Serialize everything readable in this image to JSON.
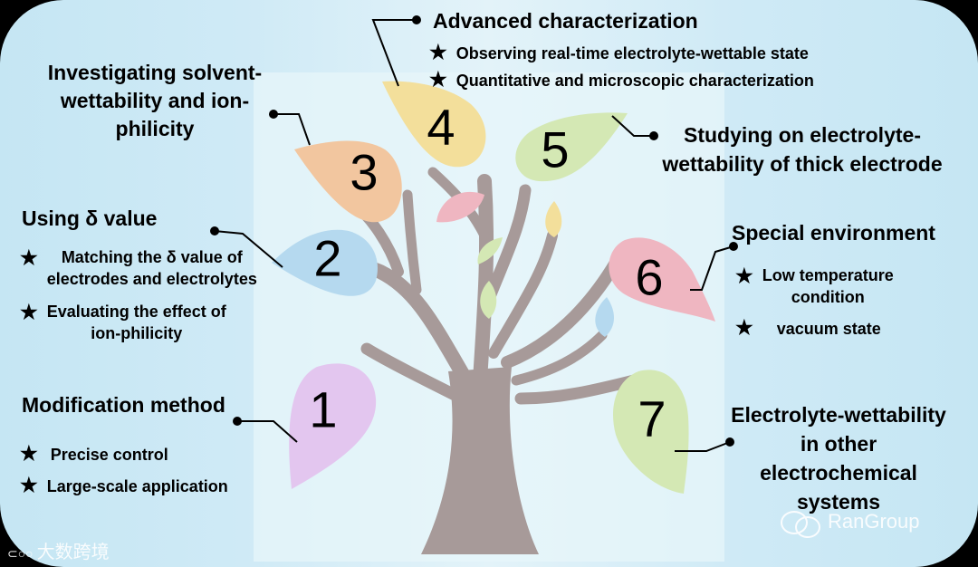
{
  "leaves": [
    {
      "number": "1",
      "color": "#e3c6ef"
    },
    {
      "number": "2",
      "color": "#b5d9ef"
    },
    {
      "number": "3",
      "color": "#f2c69f"
    },
    {
      "number": "4",
      "color": "#f3df9b"
    },
    {
      "number": "5",
      "color": "#d4e8b4"
    },
    {
      "number": "6",
      "color": "#efb6c1"
    },
    {
      "number": "7",
      "color": "#d4e8b4"
    }
  ],
  "branches": {
    "advanced": {
      "title": "Advanced characterization",
      "items": [
        "Observing real-time electrolyte-wettable state",
        "Quantitative and microscopic characterization"
      ]
    },
    "solvent": {
      "title_lines": [
        "Investigating solvent-",
        "wettability and ion-",
        "philicity"
      ]
    },
    "thick": {
      "title_lines": [
        "Studying on electrolyte-",
        "wettability of thick electrode"
      ]
    },
    "delta": {
      "title": "Using δ value",
      "items": [
        [
          "Matching the δ value of",
          "electrodes and electrolytes"
        ],
        [
          "Evaluating the effect of",
          "ion-philicity"
        ]
      ]
    },
    "special": {
      "title": "Special environment",
      "items": [
        [
          "Low temperature",
          "condition"
        ],
        [
          "vacuum state"
        ]
      ]
    },
    "modification": {
      "title": "Modification method",
      "items": [
        "Precise control",
        "Large-scale application"
      ]
    },
    "other": {
      "title_lines": [
        "Electrolyte-wettability",
        "in other",
        "electrochemical",
        "systems"
      ]
    }
  },
  "star_symbol": "★",
  "watermarks": {
    "left": "大数跨境",
    "right": "RanGroup"
  },
  "colors": {
    "trunk": "#a79a99",
    "panel": "#cfeaf6",
    "text": "#000000"
  }
}
